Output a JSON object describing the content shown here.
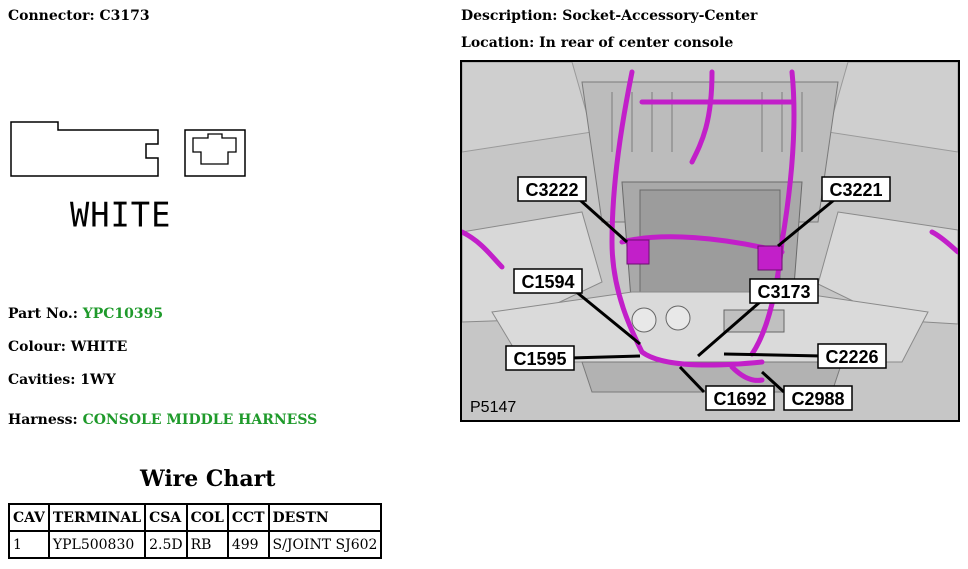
{
  "connector": {
    "label": "Connector:",
    "value": "C3173"
  },
  "description": {
    "label": "Description:",
    "value": "Socket-Accessory-Center"
  },
  "location": {
    "label": "Location:",
    "value": "In rear of center console"
  },
  "face_colour_text": "WHITE",
  "part": {
    "label": "Part No.:",
    "value": "YPC10395"
  },
  "colour": {
    "label": "Colour:",
    "value": "WHITE"
  },
  "cavities": {
    "label": "Cavities:",
    "value": "1WY"
  },
  "harness": {
    "label": "Harness:",
    "value": "CONSOLE MIDDLE HARNESS"
  },
  "colors": {
    "green": "#1f9a2b",
    "harness_magenta": "#c21fc9"
  },
  "wire_chart": {
    "title": "Wire Chart",
    "headers": [
      "CAV",
      "TERMINAL",
      "CSA",
      "COL",
      "CCT",
      "DESTN"
    ],
    "rows": [
      [
        "1",
        "YPL500830",
        "2.5D",
        "RB",
        "499",
        "S/JOINT SJ602"
      ]
    ]
  },
  "photo": {
    "id_label": "P5147",
    "callouts": [
      "C3222",
      "C3221",
      "C1594",
      "C3173",
      "C1595",
      "C2226",
      "C1692",
      "C2988"
    ]
  }
}
